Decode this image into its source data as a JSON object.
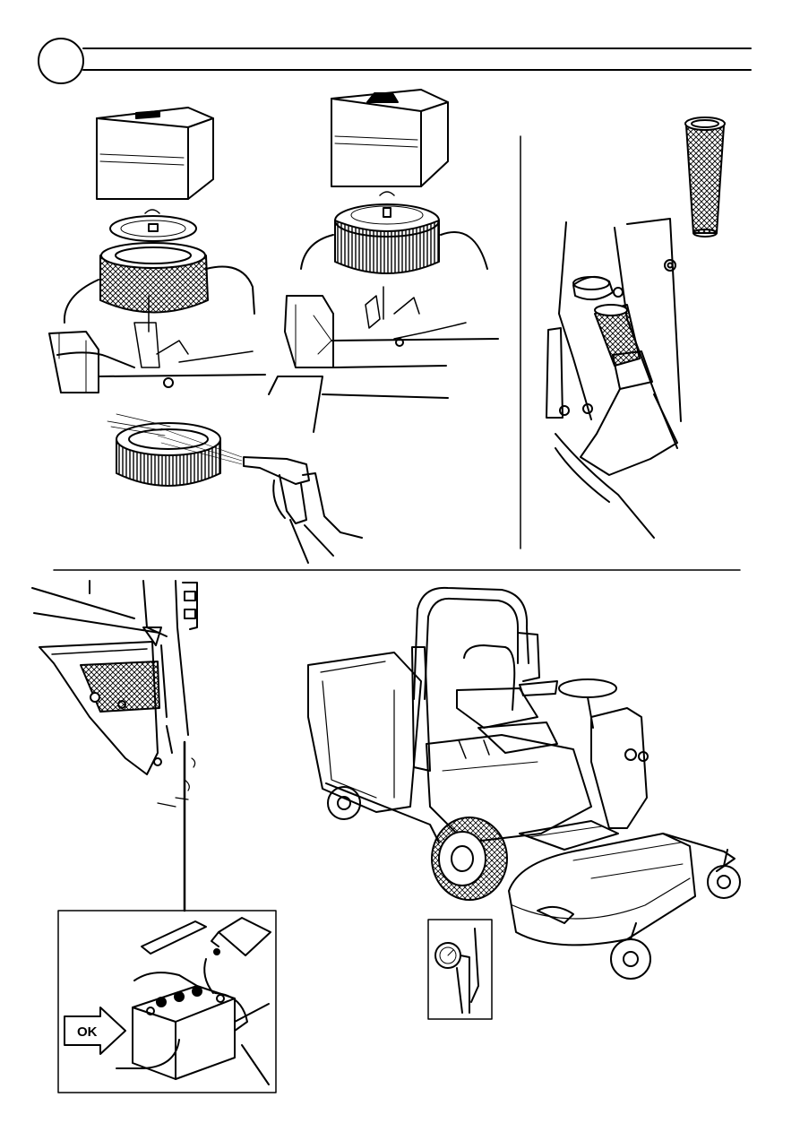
{
  "page": {
    "header_badge_text": "",
    "colors": {
      "ink": "#000000",
      "paper": "#ffffff",
      "mesh": "#333333"
    }
  },
  "figures": [
    {
      "id": "air-filter-removed",
      "icon": "air-filter-housing-open-icon"
    },
    {
      "id": "air-filter-installed",
      "icon": "air-filter-housing-closed-icon"
    },
    {
      "id": "filter-blowout",
      "icon": "compressed-air-gun-icon"
    },
    {
      "id": "fuel-filter",
      "icon": "fuel-filler-strainer-icon"
    },
    {
      "id": "cooling-air-intake",
      "icon": "intake-grille-icon"
    },
    {
      "id": "battery-check",
      "icon": "battery-icon",
      "callout": "OK"
    },
    {
      "id": "tire-pressure",
      "icon": "tire-pressure-gauge-icon"
    },
    {
      "id": "rider-mower",
      "icon": "front-mower-icon"
    }
  ]
}
